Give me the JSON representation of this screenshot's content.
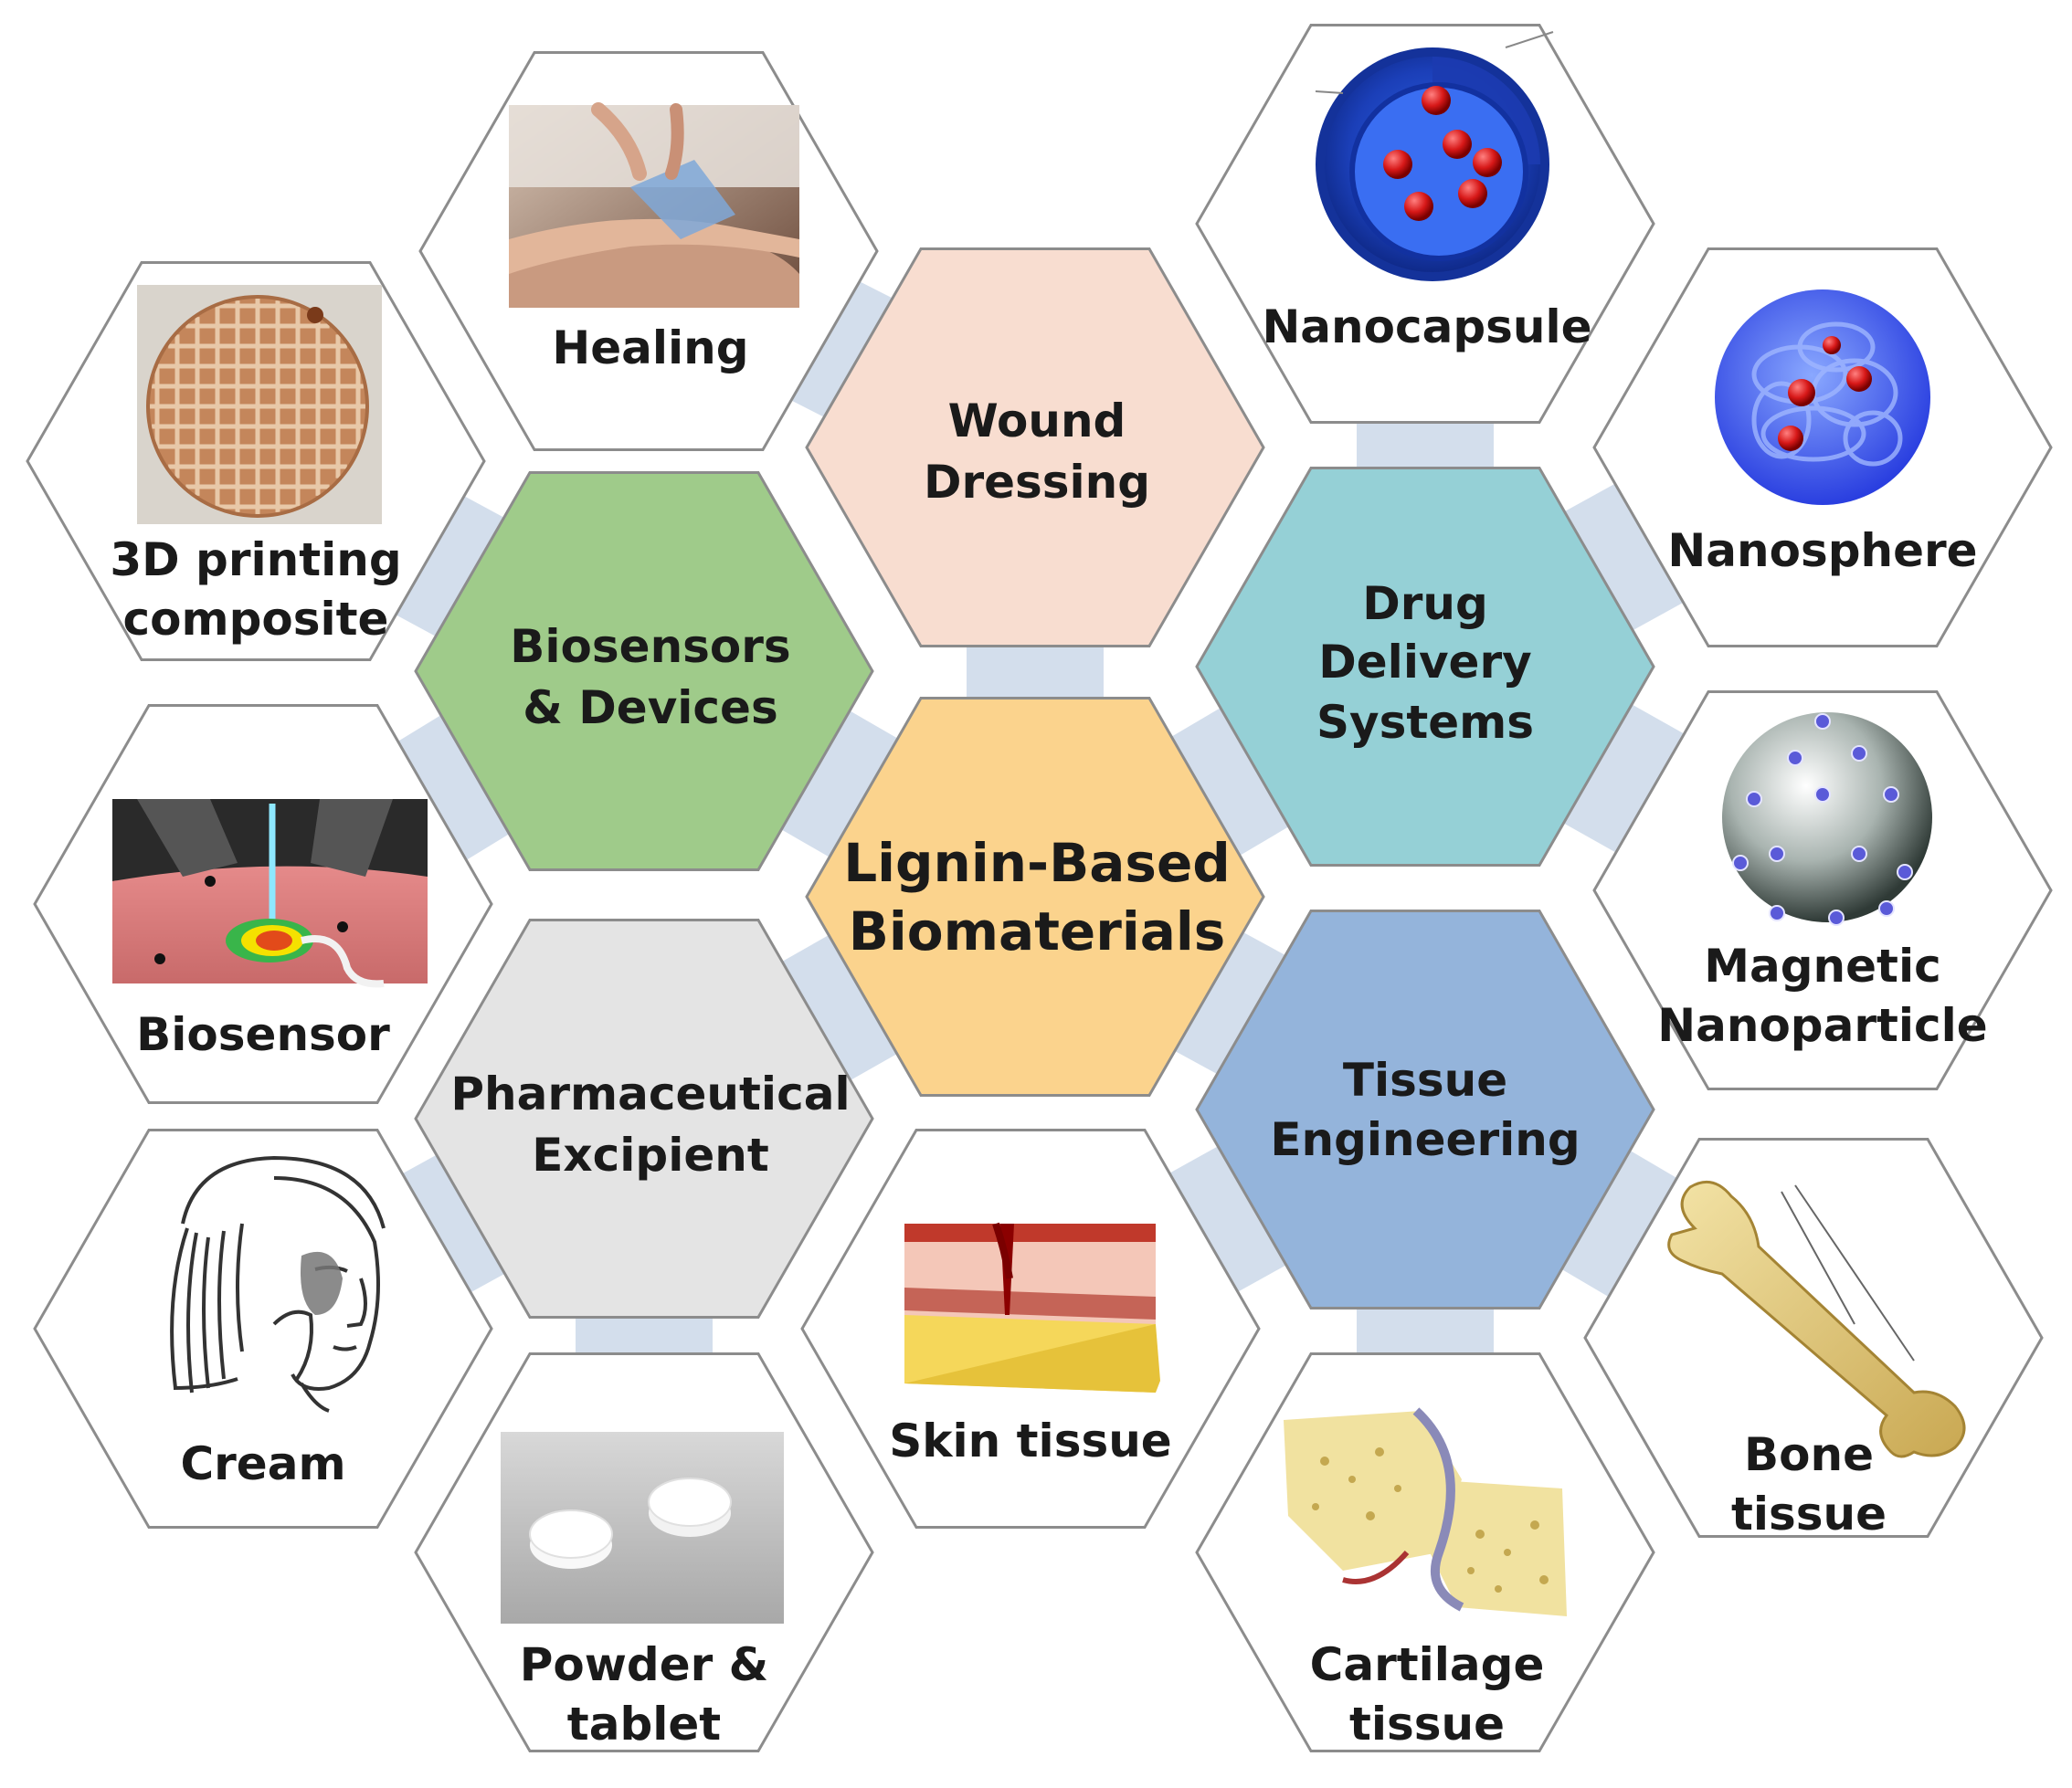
{
  "center": {
    "line1": "Lignin-Based",
    "line2": "Biomaterials",
    "color": "#fbd38d"
  },
  "categories": {
    "wound_dressing": {
      "line1": "Wound",
      "line2": "Dressing",
      "color": "#f8ddd0"
    },
    "biosensors_devices": {
      "line1": "Biosensors",
      "line2": "& Devices",
      "color": "#9fcb8a"
    },
    "drug_delivery": {
      "line1": "Drug",
      "line2": "Delivery",
      "line3": "Systems",
      "color": "#95d0d6"
    },
    "pharmaceutical_excipient": {
      "line1": "Pharmaceutical",
      "line2": "Excipient",
      "color": "#e4e4e4"
    },
    "tissue_engineering": {
      "line1": "Tissue",
      "line2": "Engineering",
      "color": "#94b4db"
    }
  },
  "applications": {
    "healing": {
      "label": "Healing",
      "icon": "wrist-bandage-photo"
    },
    "printing": {
      "line1": "3D printing",
      "line2": "composite",
      "icon": "3d-printed-mesh-disc"
    },
    "nanocapsule": {
      "label": "Nanocapsule",
      "icon": "nanocapsule-shell"
    },
    "nanosphere": {
      "label": "Nanosphere",
      "icon": "nanosphere-matrix"
    },
    "magnetic": {
      "line1": "Magnetic",
      "line2": "Nanoparticle",
      "icon": "magnetic-nanoparticle"
    },
    "biosensor": {
      "label": "Biosensor",
      "icon": "skin-biosensor"
    },
    "cream": {
      "label": "Cream",
      "icon": "face-cream-sketch"
    },
    "powder": {
      "line1": "Powder &",
      "line2": "tablet",
      "icon": "two-tablets"
    },
    "skin": {
      "label": "Skin tissue",
      "icon": "skin-cross-section"
    },
    "cartilage": {
      "line1": "Cartilage",
      "line2": "tissue",
      "icon": "cartilage-joint"
    },
    "bone": {
      "line1": "Bone",
      "line2": "tissue",
      "icon": "femur-bone"
    }
  },
  "colors": {
    "connector": "#d3deec",
    "outline": "#8c8c8c"
  }
}
